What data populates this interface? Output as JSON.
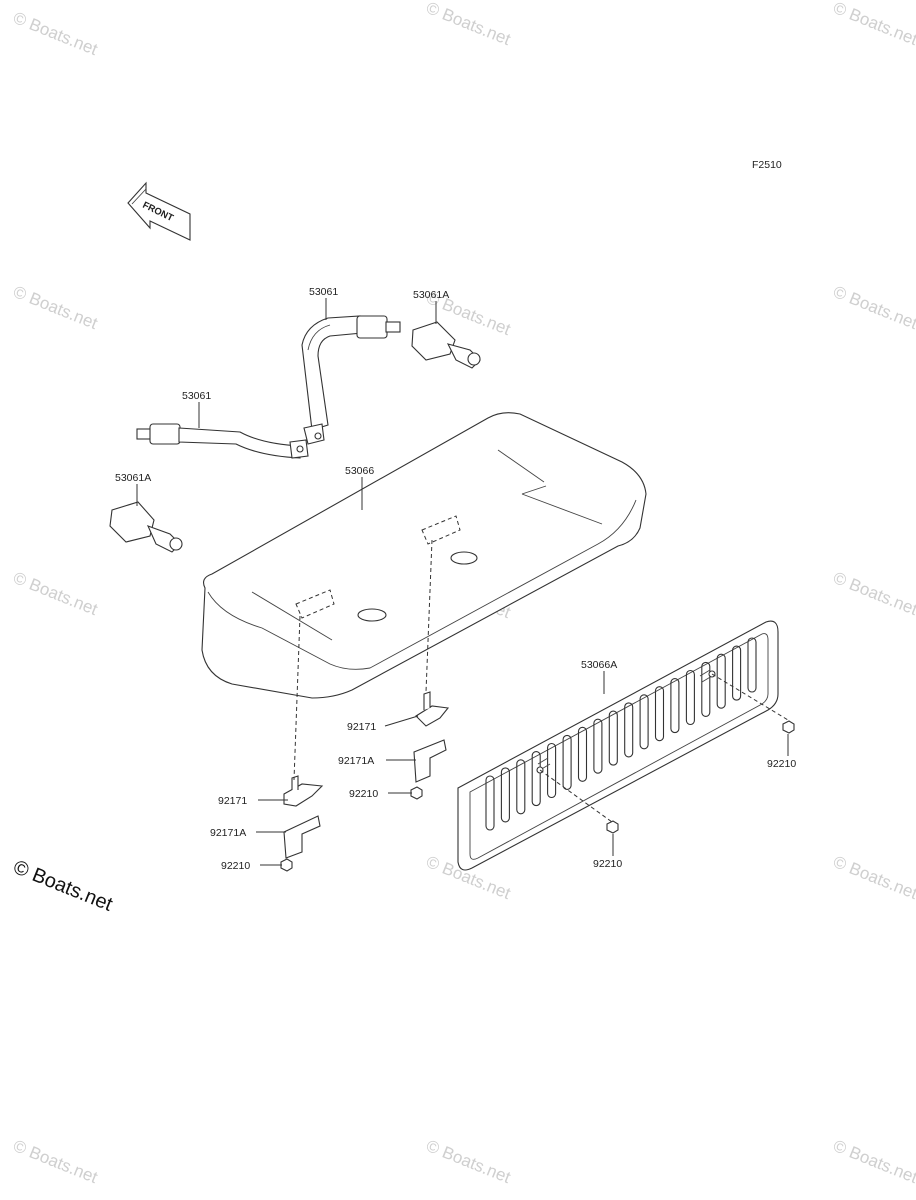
{
  "figure_code": "F2510",
  "front_arrow_label": "FRONT",
  "watermark": {
    "text": "© Boats.net",
    "corner_text": "© Boats.net"
  },
  "parts": {
    "belt_upper": "53061",
    "buckle_upper": "53061A",
    "belt_lower": "53061",
    "buckle_lower": "53061A",
    "seat_cushion": "53066",
    "back_panel": "53066A",
    "bracket_center": "92171",
    "plate_center": "92171A",
    "nut_center": "92210",
    "bracket_left": "92171",
    "plate_left": "92171A",
    "nut_left": "92210",
    "nut_panel_right": "92210",
    "nut_panel_bottom": "92210"
  }
}
